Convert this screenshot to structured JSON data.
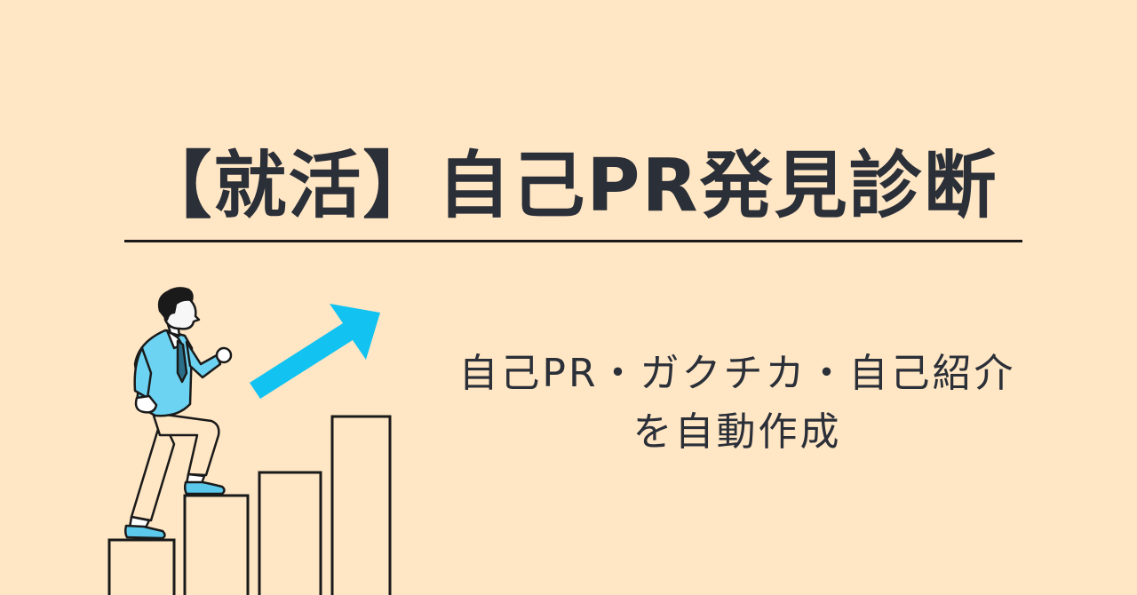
{
  "banner": {
    "title": "【就活】自己PR発見診断",
    "subtitle_line1": "自己PR・ガクチカ・自己紹介",
    "subtitle_line2": "を自動作成"
  },
  "illustration": {
    "description": "businessman-climbing-stairs-with-upward-arrow",
    "arrow_color": "#12c3f2",
    "suit_color": "#6dd3f2",
    "background_color": "#ffe6c4",
    "steps": 4
  }
}
